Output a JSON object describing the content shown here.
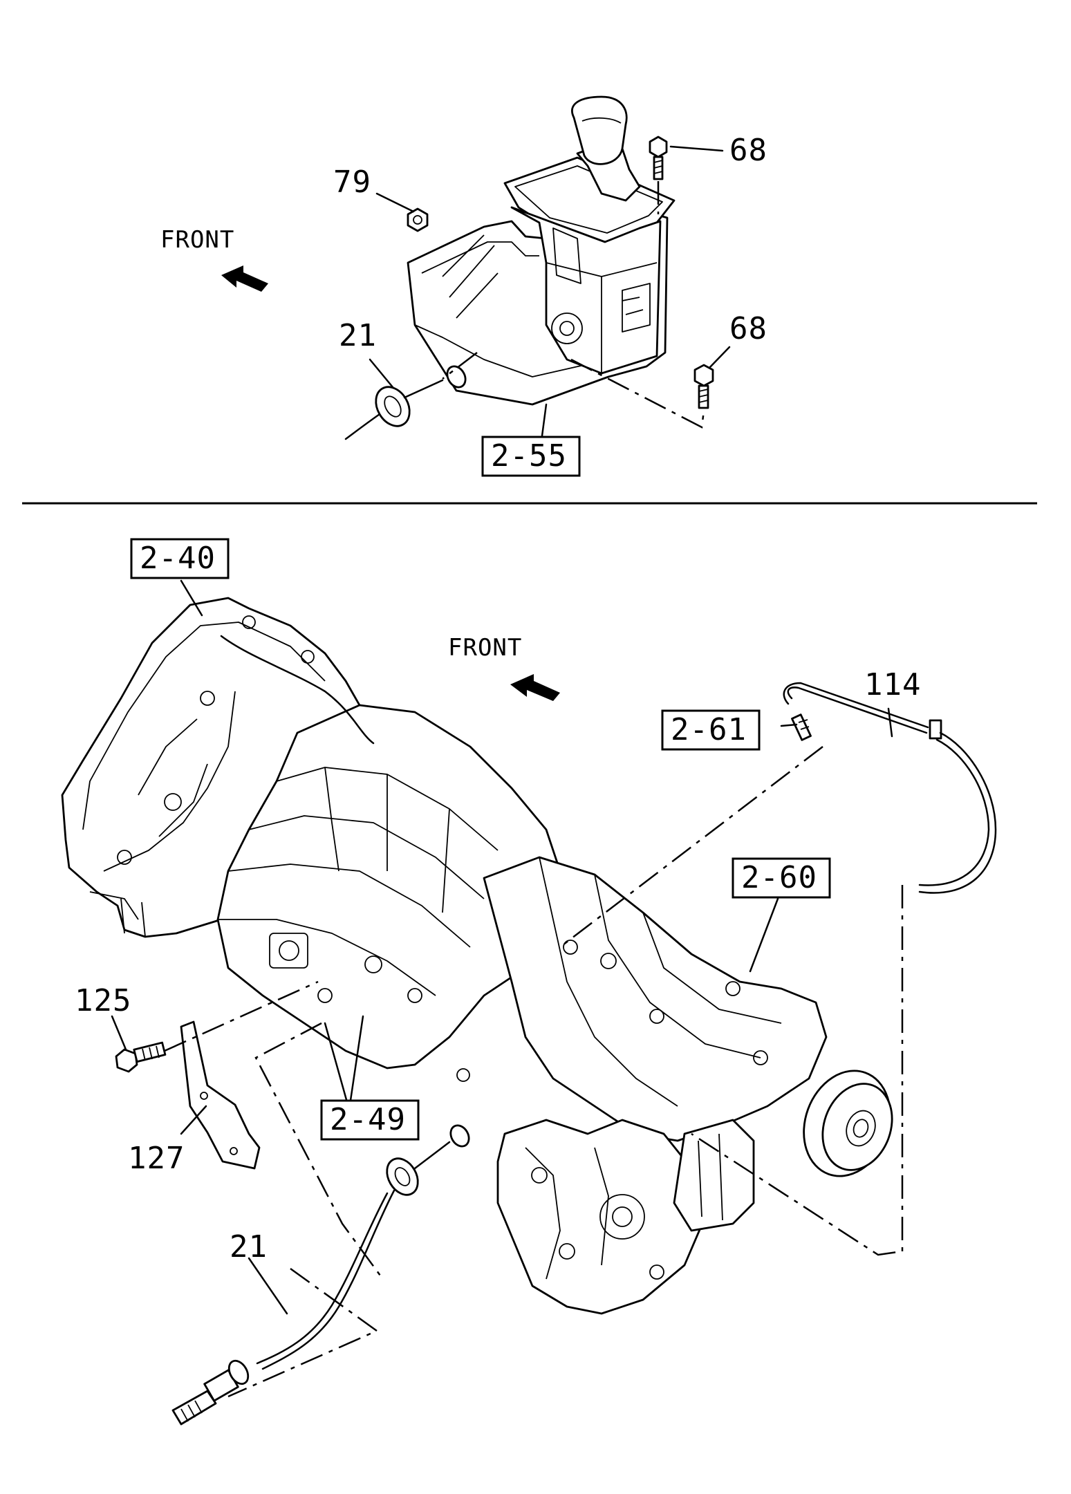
{
  "top_section": {
    "front_label": "FRONT",
    "callouts": {
      "c68_upper": "68",
      "c79": "79",
      "c21_upper": "21",
      "c68_lower": "68"
    },
    "ref_box": "2-55"
  },
  "bottom_section": {
    "front_label": "FRONT",
    "callouts": {
      "c114": "114",
      "c125": "125",
      "c127": "127",
      "c21_lower": "21"
    },
    "ref_boxes": {
      "r2_40": "2-40",
      "r2_61": "2-61",
      "r2_60": "2-60",
      "r2_49": "2-49"
    }
  }
}
